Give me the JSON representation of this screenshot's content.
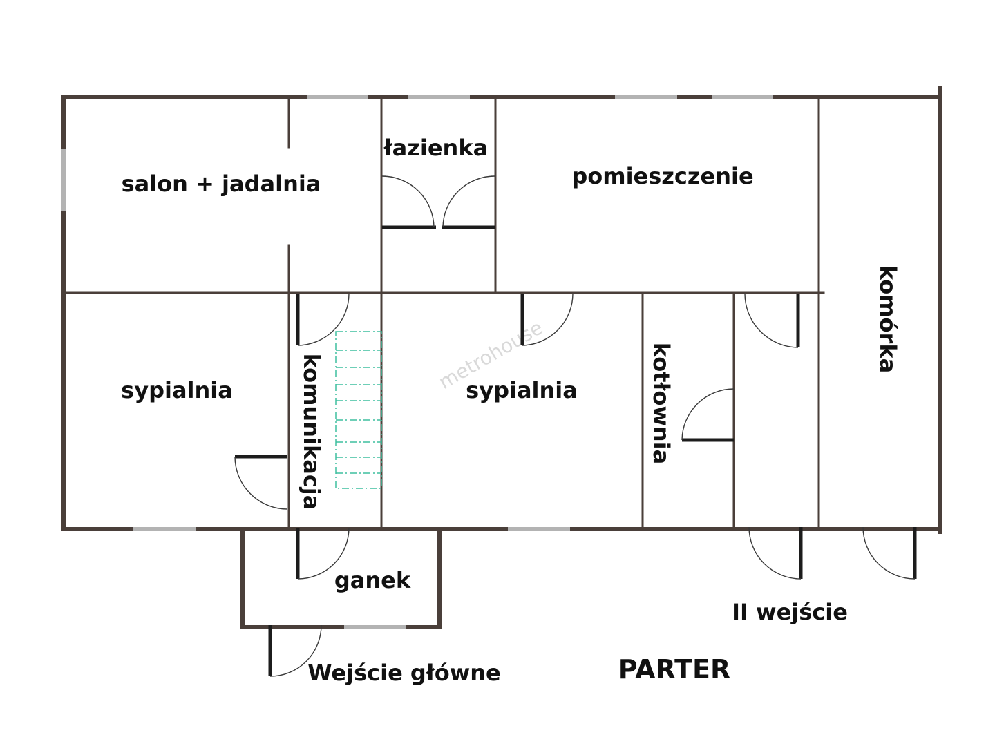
{
  "plan": {
    "title": "PARTER",
    "watermark": "metrohouse",
    "rooms": {
      "living_dining": "salon + jadalnia",
      "bathroom": "łazienka",
      "room": "pomieszczenie",
      "storage": "komórka",
      "bedroom_left": "sypialnia",
      "hallway": "komunikacja",
      "bedroom_center": "sypialnia",
      "boiler_room": "kotłownia",
      "porch": "ganek"
    },
    "entrances": {
      "main": "Wejście główne",
      "second": "II wejście"
    }
  },
  "colors": {
    "wall": "#4a3f3a",
    "window": "#b3b3b3",
    "door_leaf": "#1c1c1c",
    "stairs": "#3fbf9f",
    "watermark": "#d9d9d9"
  }
}
